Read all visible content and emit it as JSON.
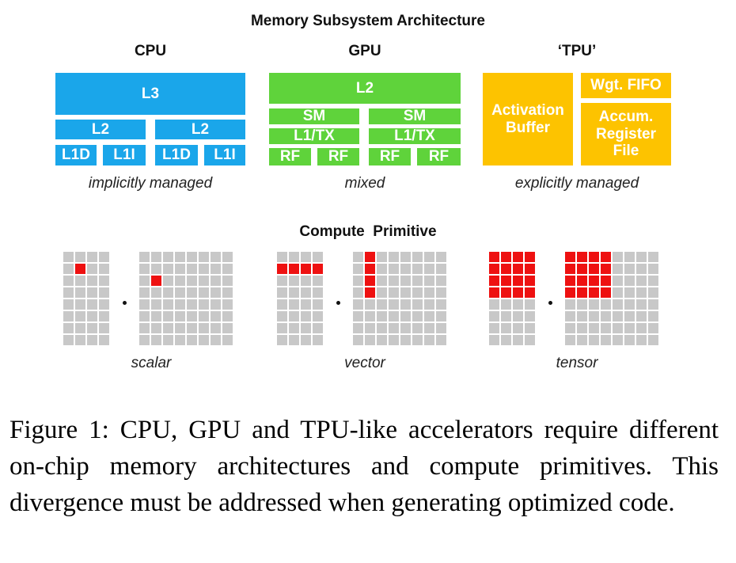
{
  "title": "Memory Subsystem Architecture",
  "cpu": {
    "heading": "CPU",
    "l3": "L3",
    "l2": [
      "L2",
      "L2"
    ],
    "l1": [
      "L1D",
      "L1I",
      "L1D",
      "L1I"
    ],
    "caption": "implicitly managed",
    "color": "#1aa6ea"
  },
  "gpu": {
    "heading": "GPU",
    "l2": "L2",
    "sm": [
      "SM",
      "SM"
    ],
    "l1tx": [
      "L1/TX",
      "L1/TX"
    ],
    "rf": [
      "RF",
      "RF",
      "RF",
      "RF"
    ],
    "caption": "mixed",
    "color": "#5fd33b"
  },
  "tpu": {
    "heading": "‘TPU’",
    "activation": "Activation Buffer",
    "wgt_fifo": "Wgt. FIFO",
    "accum": "Accum. Register File",
    "caption": "explicitly managed",
    "color": "#fdc300"
  },
  "compute": {
    "heading": "Compute  Primitive",
    "labels": [
      "scalar",
      "vector",
      "tensor"
    ],
    "highlight_color": "#ee1111"
  },
  "figure_caption": "Figure 1:  CPU, GPU and TPU-like accelerators require different on-chip memory architectures and compute primitives. This divergence must be addressed when generating optimized code."
}
